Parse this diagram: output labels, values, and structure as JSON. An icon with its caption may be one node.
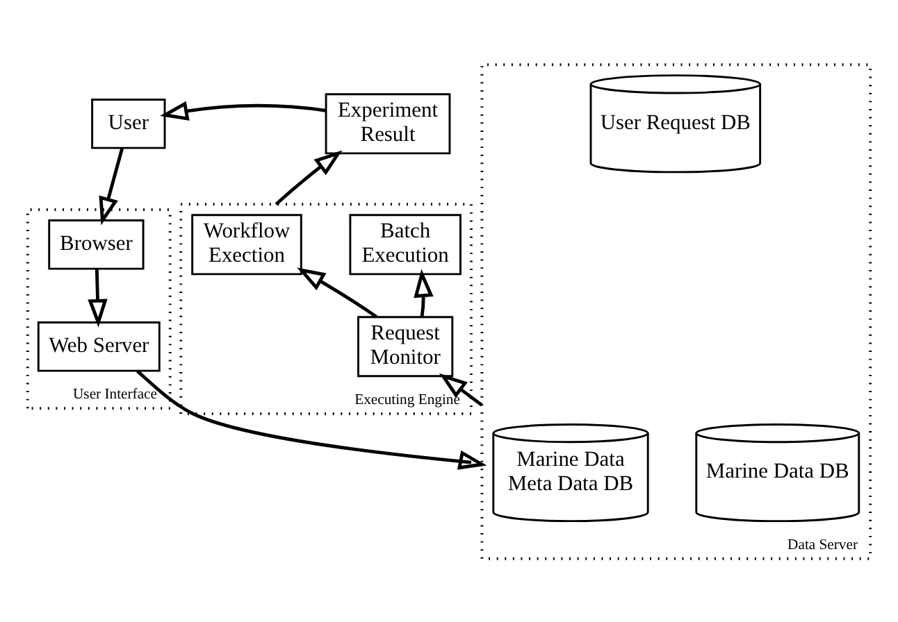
{
  "diagram": {
    "nodes": [
      {
        "text": [
          "User"
        ]
      },
      {
        "text": [
          "User Interface"
        ]
      },
      {
        "text": [
          "Browser"
        ],
        "in": 1
      },
      {
        "text": [
          "Web Server"
        ],
        "in": 1
      },
      {
        "text": [
          "Experiment Result"
        ]
      },
      {
        "text": [
          "Executing Engine"
        ]
      },
      {
        "text": [
          "Batch Execution"
        ],
        "in": 5
      },
      {
        "text": [
          "Workflow Exection"
        ],
        "in": 5
      },
      {
        "text": [
          "Request Monitor"
        ],
        "in": 5
      },
      {
        "text": [
          "Data Server"
        ]
      },
      {
        "text": [
          "User Request DB"
        ],
        "in": 9
      },
      {
        "text": [
          "Marine Data Meta Data DB"
        ],
        "in": 9
      },
      {
        "text": [
          "Marine Data DB"
        ],
        "in": 9
      }
    ],
    "edges": [
      {
        "from": 4,
        "to": 0,
        "arrow": "to"
      },
      {
        "from": 0,
        "to": 2,
        "arrow": "to"
      },
      {
        "from": 2,
        "to": 3,
        "arrow": "to"
      },
      {
        "from": 3,
        "to": 9,
        "arrow": "to"
      },
      {
        "from": 9,
        "to": 8,
        "arrow": "to"
      },
      {
        "from": 8,
        "to": 6,
        "arrow": "to"
      },
      {
        "from": 8,
        "to": 7,
        "arrow": "to"
      },
      {
        "from": 5,
        "to": 4,
        "arrow": "to"
      }
    ]
  }
}
